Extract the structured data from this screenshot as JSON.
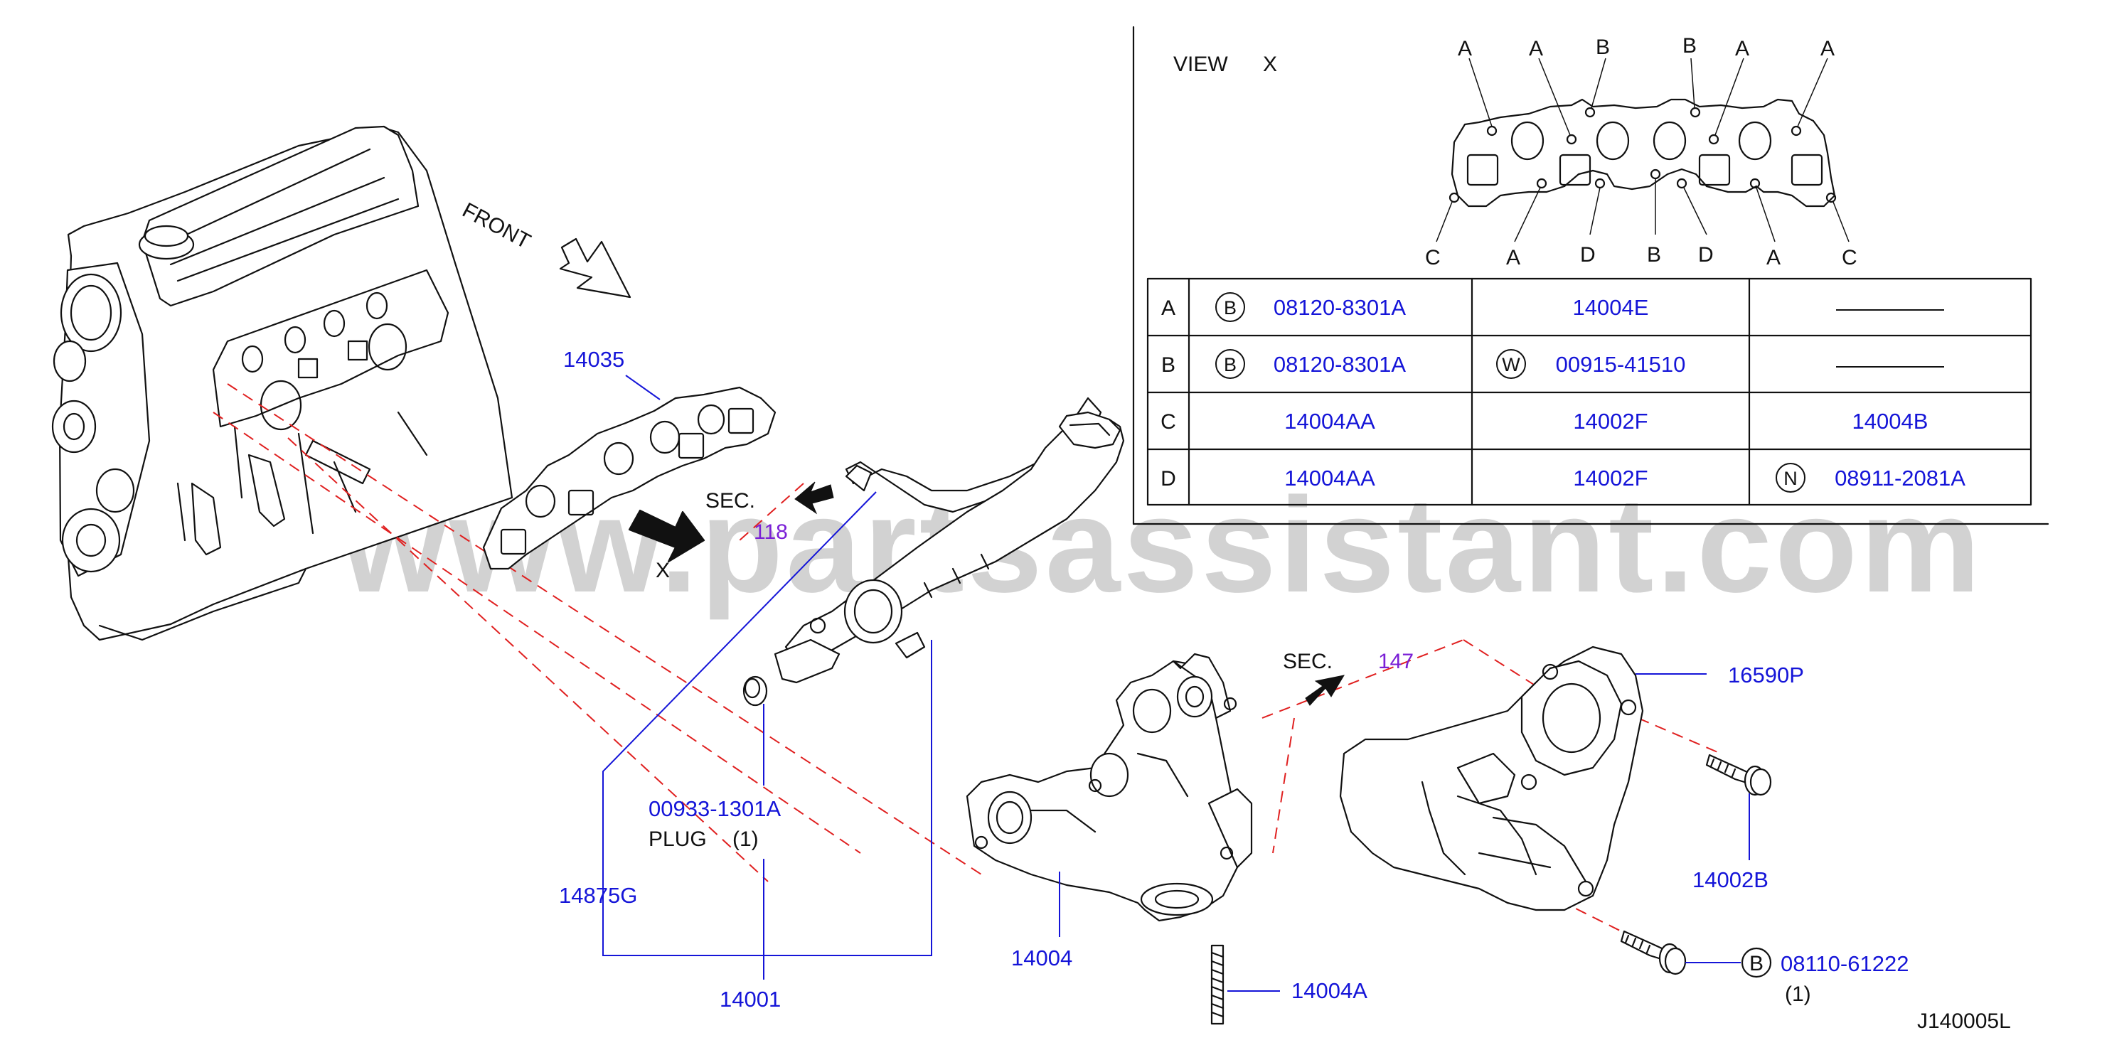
{
  "watermark": "www.partsassistant.com",
  "drawing_code": "J140005L",
  "front_label": "FRONT",
  "view_x": {
    "view": "VIEW",
    "x": "X"
  },
  "x_marker": "X",
  "sec_118": {
    "label": "SEC.",
    "num": "118"
  },
  "sec_147": {
    "label": "SEC.",
    "num": "147"
  },
  "plug_label": "PLUG",
  "plug_qty": "(1)",
  "bolt_qty": "(1)",
  "parts": {
    "p14035": "14035",
    "p00933": "00933-1301A",
    "p14875G": "14875G",
    "p14001": "14001",
    "p14004": "14004",
    "p14004A": "14004A",
    "p16590P": "16590P",
    "p14002B": "14002B",
    "p08110": "08110-61222",
    "p08110_sym": "B"
  },
  "gasket_letters": {
    "top": [
      "A",
      "A",
      "B",
      "B",
      "A",
      "A"
    ],
    "bottom": [
      "C",
      "A",
      "D",
      "B",
      "D",
      "A",
      "C"
    ]
  },
  "table": {
    "rows": [
      {
        "key": "A",
        "c1_sym": "B",
        "c1": "08120-8301A",
        "c2_sym": "",
        "c2": "14004E",
        "c3_sym": "",
        "c3": "",
        "c3_dash": true
      },
      {
        "key": "B",
        "c1_sym": "B",
        "c1": "08120-8301A",
        "c2_sym": "W",
        "c2": "00915-41510",
        "c3_sym": "",
        "c3": "",
        "c3_dash": true
      },
      {
        "key": "C",
        "c1_sym": "",
        "c1": "14004AA",
        "c2_sym": "",
        "c2": "14002F",
        "c3_sym": "",
        "c3": "14004B",
        "c3_dash": false
      },
      {
        "key": "D",
        "c1_sym": "",
        "c1": "14004AA",
        "c2_sym": "",
        "c2": "14002F",
        "c3_sym": "N",
        "c3": "08911-2081A",
        "c3_dash": false
      }
    ]
  }
}
